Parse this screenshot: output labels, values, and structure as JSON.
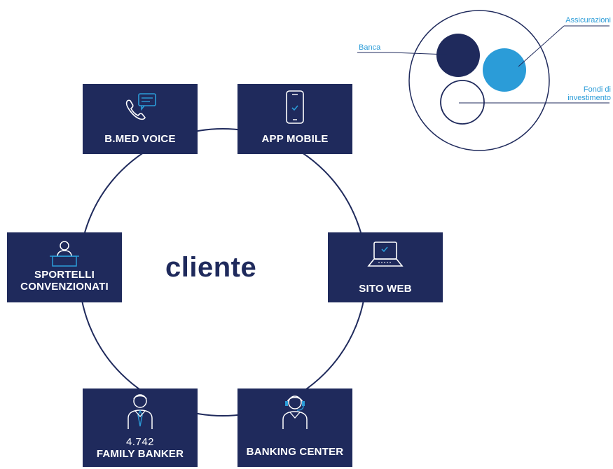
{
  "center": {
    "text": "cliente"
  },
  "channels": [
    {
      "id": "bmed",
      "label": "B.MED VOICE",
      "icon": "phone-chat-icon"
    },
    {
      "id": "app",
      "label": "APP MOBILE",
      "icon": "smartphone-icon"
    },
    {
      "id": "sportelli",
      "label_lines": [
        "SPORTELLI",
        "CONVENZIONATI"
      ],
      "icon": "counter-person-icon"
    },
    {
      "id": "sito",
      "label": "SITO WEB",
      "icon": "laptop-icon"
    },
    {
      "id": "family",
      "number": "4.742",
      "label": "FAMILY BANKER",
      "icon": "banker-person-icon"
    },
    {
      "id": "banking",
      "label": "BANKING CENTER",
      "icon": "headset-operator-icon"
    }
  ],
  "legend": {
    "banca": "Banca",
    "assicurazioni": "Assicurazioni",
    "fondi_lines": [
      "Fondi di",
      "investimento"
    ]
  },
  "colors": {
    "navy": "#1f2a5c",
    "light_blue": "#2b9cd8",
    "white": "#ffffff"
  }
}
